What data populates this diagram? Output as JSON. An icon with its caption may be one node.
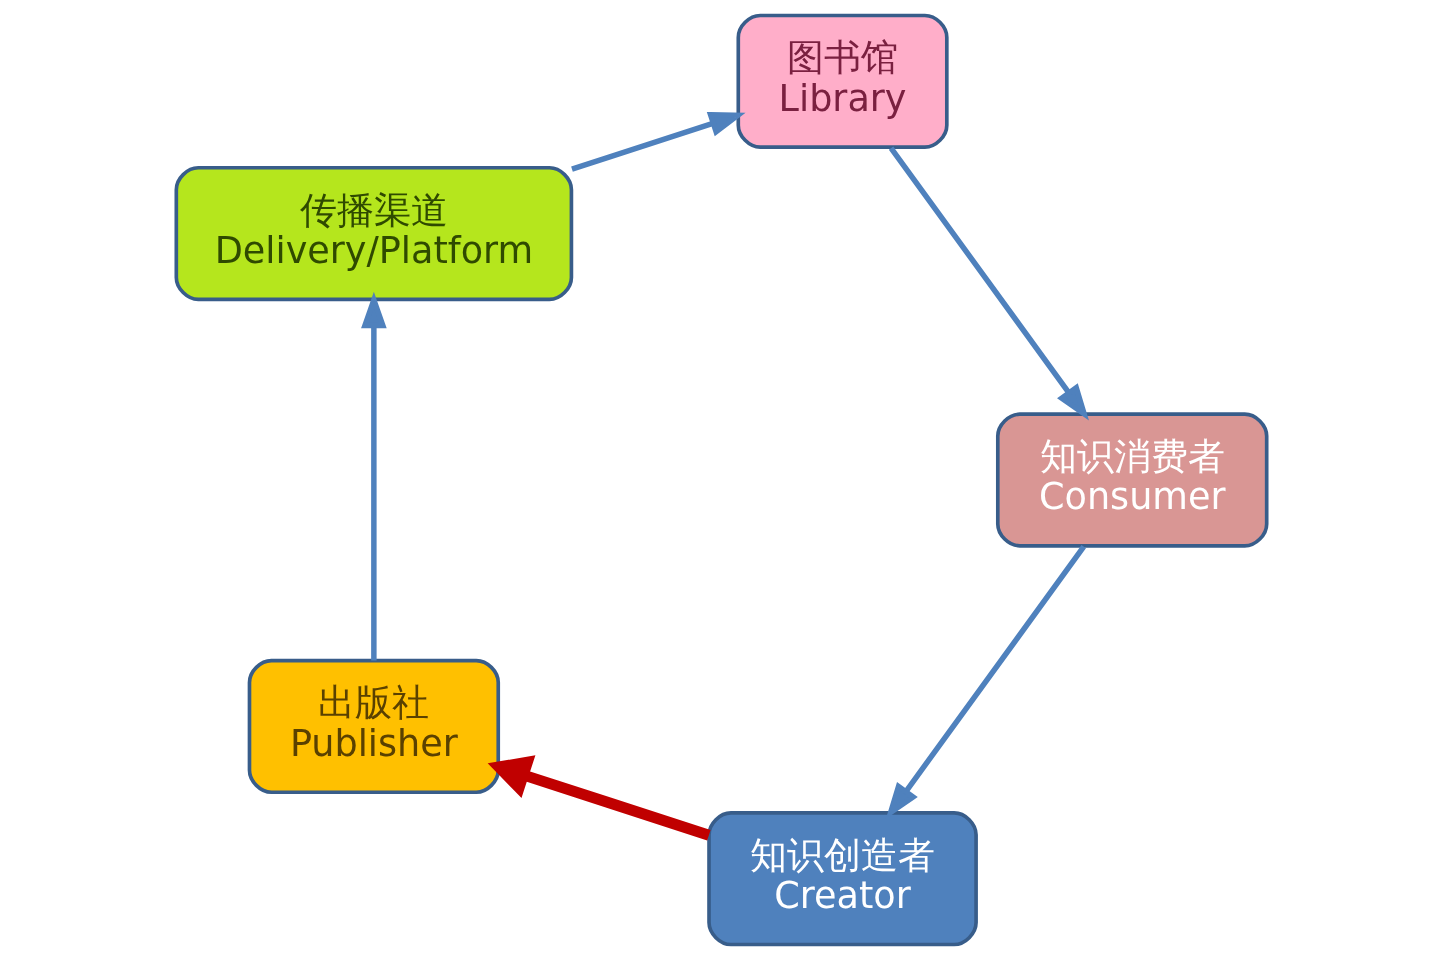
{
  "diagram": {
    "nodes": [
      {
        "text": [
          "知识创造者",
          "Creator"
        ]
      },
      {
        "text": [
          "出版社",
          "Publisher"
        ]
      },
      {
        "text": [
          "传播渠道",
          "Delivery/Platform"
        ]
      },
      {
        "text": [
          "图书馆",
          "Library"
        ]
      },
      {
        "text": [
          "知识消费者",
          "Consumer"
        ]
      }
    ],
    "edges": [
      {
        "from": 0,
        "to": 1,
        "arrow": "to",
        "style": "thick",
        "color": "#c00000"
      },
      {
        "from": 1,
        "to": 2,
        "arrow": "to"
      },
      {
        "from": 2,
        "to": 3,
        "arrow": "to"
      },
      {
        "from": 3,
        "to": 4,
        "arrow": "to"
      },
      {
        "from": 4,
        "to": 0,
        "arrow": "to"
      }
    ]
  }
}
